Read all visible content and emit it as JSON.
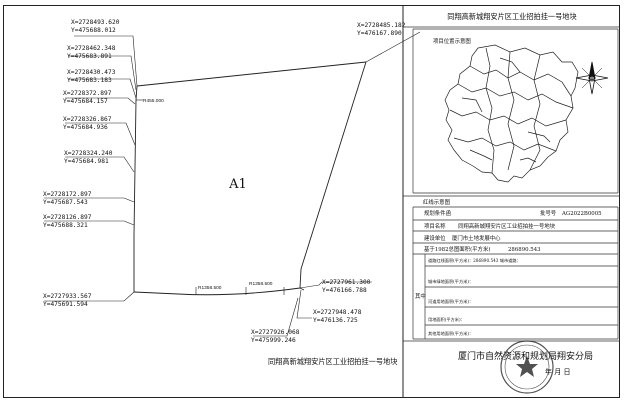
{
  "plot": {
    "name": "A1",
    "caption": "同翔高新城翔安片区工业招拍挂一号地块",
    "coords": [
      {
        "x": "X=2728493.620",
        "y": "Y=475688.012"
      },
      {
        "x": "X=2728462.348",
        "y": "Y=475683.891"
      },
      {
        "x": "X=2728430.473",
        "y": "Y=475683.183"
      },
      {
        "x": "X=2728372.897",
        "y": "Y=475684.157"
      },
      {
        "x": "X=2728326.867",
        "y": "Y=475684.936"
      },
      {
        "x": "X=2728324.240",
        "y": "Y=475684.981"
      },
      {
        "x": "X=2728172.897",
        "y": "Y=475687.543"
      },
      {
        "x": "X=2728126.897",
        "y": "Y=475688.321"
      },
      {
        "x": "X=2727933.567",
        "y": "Y=475691.594"
      },
      {
        "x": "X=2728485.182",
        "y": "Y=476167.890"
      },
      {
        "x": "X=2727961.300",
        "y": "Y=476166.788"
      },
      {
        "x": "X=2727948.478",
        "y": "Y=476136.725"
      },
      {
        "x": "X=2727926.068",
        "y": "Y=475999.246"
      }
    ],
    "radii": [
      "R455.000",
      "R1358.500",
      "R1358.500"
    ]
  },
  "panel": {
    "title": "同翔高新城翔安片区工业招拍挂一号地块",
    "location_label": "项目位置示意图",
    "redline_label": "红线示意图",
    "rows": [
      {
        "label": "规划条件函",
        "value": "",
        "ref_label": "批号号",
        "ref": "AG2022B0005"
      },
      {
        "label": "项目名称",
        "value": "同翔高新城翔安片区工业招拍挂一号地块"
      },
      {
        "label": "建设单位",
        "value": "厦门市土地发展中心"
      },
      {
        "label": "基于1982总图面积(平方米)",
        "value": "286890.543"
      }
    ],
    "sub_rows": [
      "道路红线面积(平方米)：286890.543 城市道路：",
      "城市绿地面积(平方米)：",
      "河道用地面积(平方米)：",
      "用地面积(平方米)：",
      "其他用地面积(平方米)："
    ],
    "side_label": "其中",
    "agency": "厦门市自然资源和规划局翔安分局",
    "date": "年 月 日"
  }
}
